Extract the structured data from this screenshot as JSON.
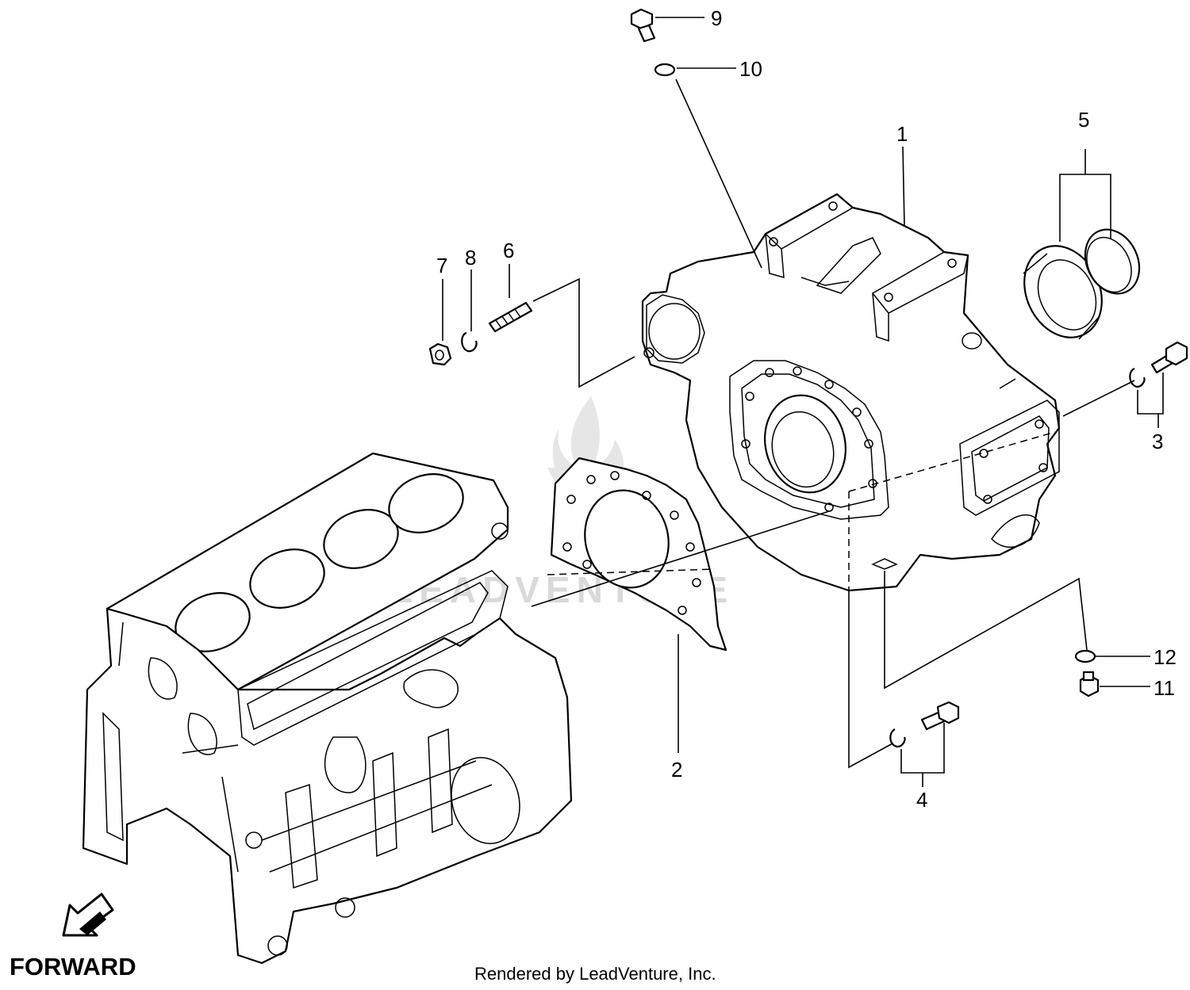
{
  "callouts": {
    "c1": "1",
    "c2": "2",
    "c3": "3",
    "c4": "4",
    "c5": "5",
    "c6": "6",
    "c7": "7",
    "c8": "8",
    "c9": "9",
    "c10": "10",
    "c11": "11",
    "c12": "12"
  },
  "direction_label": "FORWARD",
  "watermark": "LEADVENTURE",
  "credit": "Rendered by LeadVenture, Inc.",
  "colors": {
    "line": "#000000",
    "background": "#ffffff",
    "watermark": "#d9d9d9"
  },
  "icons": {
    "direction": "forward-arrow-icon"
  }
}
